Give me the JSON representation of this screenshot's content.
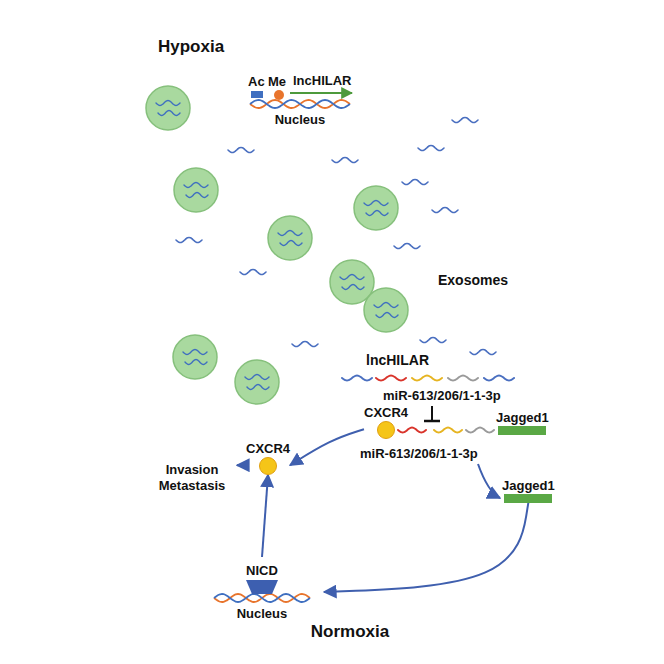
{
  "diagram": {
    "nodes": [
      {
        "text": [
          "Hypoxia"
        ]
      },
      {
        "text": [
          "Nucleus"
        ],
        "in": 0
      },
      {
        "text": [
          "Normoxia"
        ]
      },
      {
        "text": [
          "CXCR4"
        ],
        "in": 2
      },
      {
        "text": [
          "Jagged1"
        ],
        "in": 2
      },
      {
        "text": [
          "CXCR4"
        ],
        "in": 2
      },
      {
        "text": [
          "Jagged1"
        ],
        "in": 2
      },
      {
        "text": [
          "NICD",
          "Nucleus"
        ],
        "in": 2
      }
    ],
    "edges": [
      {
        "from": 3,
        "to": 5,
        "arrow": "to"
      },
      {
        "from": 7,
        "to": 5,
        "arrow": "to"
      },
      {
        "from": 6,
        "to": 7,
        "arrow": "to"
      }
    ],
    "labels": [
      "Ac",
      "Me",
      "lncHILAR",
      "Exosomes",
      "lncHILAR",
      "miR-613/206/1-1-3p",
      "miR-613/206/1-1-3p",
      "Invasion Metastasis"
    ]
  }
}
